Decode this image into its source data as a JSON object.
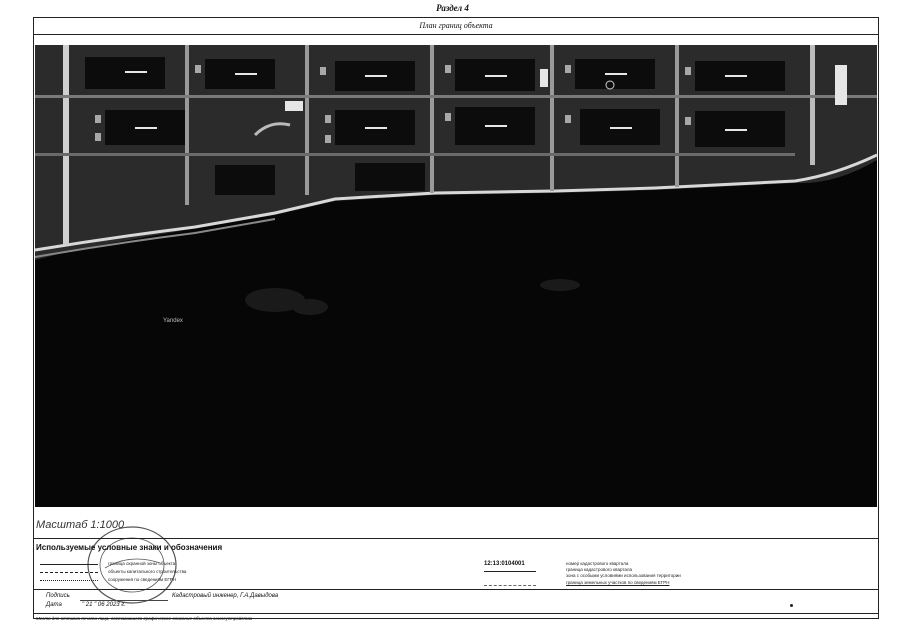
{
  "header": {
    "section": "Раздел 4",
    "title": "План границ объекта"
  },
  "map": {
    "provider_label": "Yandex",
    "background": "#060606"
  },
  "scale": {
    "label": "Масштаб 1:1000"
  },
  "legend": {
    "title": "Используемые условные знаки и обозначения",
    "left_items": [
      "граница охранной зоны объекта",
      "объекты капитального строительства",
      "сооружения по сведениям ЕГРН"
    ],
    "quarter_number": "12:13:0104001",
    "right_items": [
      "номер кадастрового квартала",
      "граница кадастрового квартала",
      "зона с особыми условиями использования территории",
      "граница земельных участков по сведениям ЕГРН"
    ]
  },
  "signature": {
    "sign_label": "Подпись",
    "engineer_text": "Кадастровый инженер, Г.А.Давыдова",
    "date_label": "Дата",
    "date_value": "\" 21 \" 06 2023 г."
  },
  "footer": {
    "note": "Место для оттиска печати лица, составившего графическое описание объекта землеустройства"
  }
}
